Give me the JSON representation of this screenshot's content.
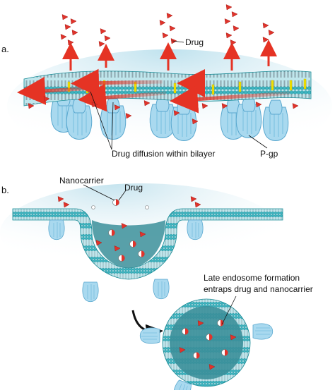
{
  "panel_a": {
    "label": "a.",
    "drug_label": "Drug",
    "diffusion_label": "Drug diffusion within bilayer",
    "pgp_label": "P-gp"
  },
  "panel_b": {
    "label": "b.",
    "nanocarrier_label": "Nanocarrier",
    "drug_label": "Drug",
    "endosome_label_line1": "Late endosome formation",
    "endosome_label_line2": "entraps drug and nanocarrier"
  },
  "colors": {
    "membrane": "#2aa6b4",
    "membrane_core": "#0f6f78",
    "lipid_head": "#4cc1cc",
    "protein": "#a9d9ef",
    "protein_edge": "#5aa8cf",
    "drug": "#e0332b",
    "yellow_marker": "#f2e200",
    "arrow": "#e53324",
    "cytoplasm": "#d7edf4"
  }
}
